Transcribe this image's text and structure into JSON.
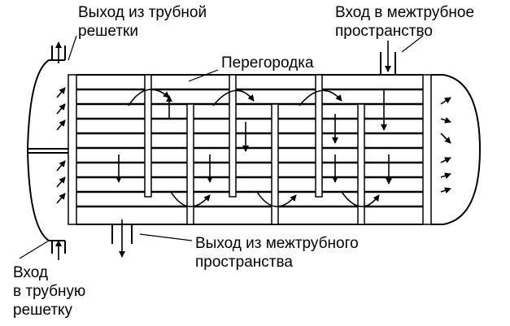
{
  "labels": {
    "tube_outlet": [
      "Выход из трубной",
      "решетки"
    ],
    "shell_inlet": [
      "Вход в межтрубное",
      "пространство"
    ],
    "baffle": "Перегородка",
    "shell_outlet": [
      "Выход из межтрубного",
      "пространства"
    ],
    "tube_inlet": [
      "Вход",
      "в трубную",
      "решетку"
    ]
  },
  "colors": {
    "stroke": "#000000",
    "background": "#ffffff"
  }
}
